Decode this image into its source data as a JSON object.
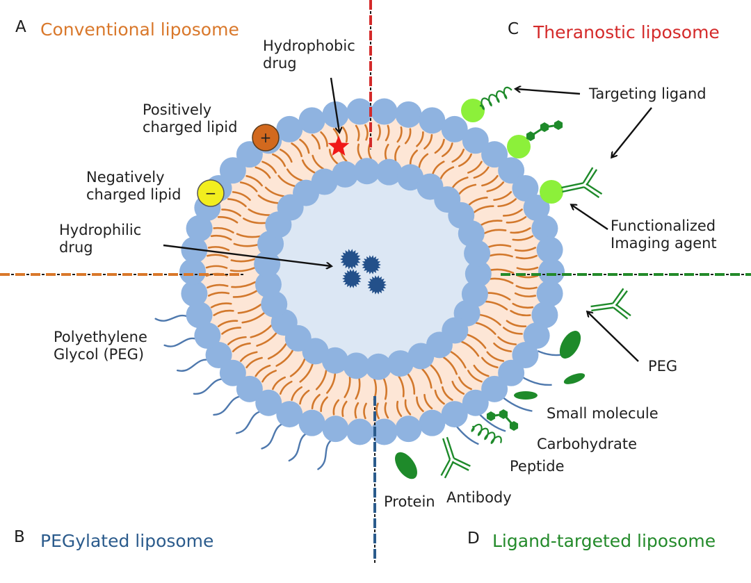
{
  "panels": {
    "A": {
      "letter": "A",
      "title": "Conventional liposome",
      "color": "#d9782b"
    },
    "B": {
      "letter": "B",
      "title": "PEGylated liposome",
      "color": "#2b5b8c"
    },
    "C": {
      "letter": "C",
      "title": "Theranostic liposome",
      "color": "#d42a2a"
    },
    "D": {
      "letter": "D",
      "title": "Ligand-targeted liposome",
      "color": "#238a2a"
    }
  },
  "labels": {
    "hydrophobic_drug": [
      "Hydrophobic",
      "drug"
    ],
    "positively_charged_lipid": [
      "Positively",
      "charged lipid"
    ],
    "negatively_charged_lipid": [
      "Negatively",
      "charged lipid"
    ],
    "hydrophilic_drug": [
      "Hydrophilic",
      "drug"
    ],
    "peg_polymer": [
      "Polyethylene",
      "Glycol (PEG)"
    ],
    "targeting_ligand": "Targeting ligand",
    "imaging_agent": [
      "Functionalized",
      "Imaging agent"
    ],
    "peg": "PEG",
    "small_molecule": "Small molecule",
    "carbohydrate": "Carbohydrate",
    "peptide": "Peptide",
    "protein": "Protein",
    "antibody": "Antibody"
  },
  "symbols": {
    "positive": "+",
    "negative": "−"
  },
  "colors": {
    "head": "#8fb3e0",
    "bilayer": "#fde6d6",
    "core": "#dce7f4",
    "tail": "#d2782c",
    "drug": "#23508a",
    "ligand_dark": "#1e8a2a",
    "imaging": "#8cf03a",
    "peg_strand": "#4e78ad",
    "positive_lipid": "#d2691e",
    "negative_lipid": "#f2ee1e",
    "star": "#f01818"
  },
  "structure": {
    "outer_head_count": 46,
    "inner_head_count": 30
  }
}
